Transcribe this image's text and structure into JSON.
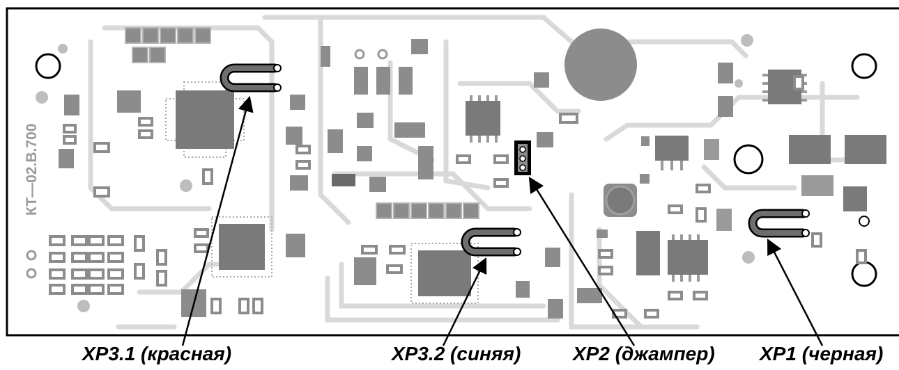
{
  "board": {
    "code": "КТ—02.В.700"
  },
  "callouts": [
    {
      "id": "xp3-1",
      "text": "XP3.1 (красная)"
    },
    {
      "id": "xp3-2",
      "text": "XP3.2 (синяя)"
    },
    {
      "id": "xp2",
      "text": "XP2 (джампер)"
    },
    {
      "id": "xp1",
      "text": "XP1 (черная)"
    }
  ],
  "colors": {
    "board_outline": "#000000",
    "trace": "#d9d9d9",
    "component": "#8c8c8c",
    "component_dark": "#6a6a6a",
    "pad": "#bdbdbd",
    "loop_jumper": "#6e6e6e",
    "leader_line": "#000000"
  }
}
